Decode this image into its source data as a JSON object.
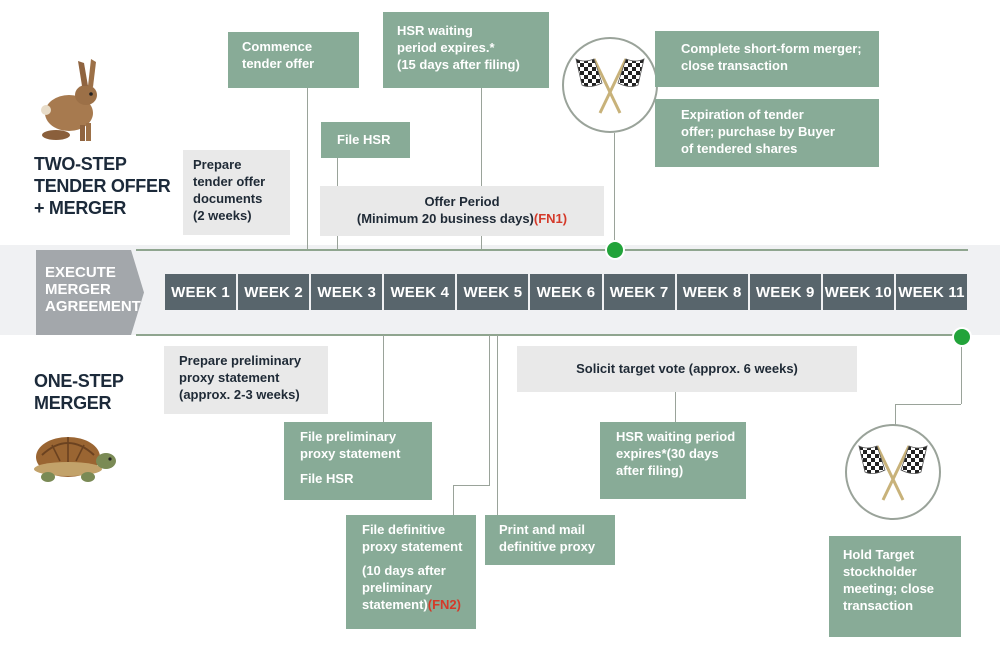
{
  "colors": {
    "box_green": "#88ab97",
    "box_gray": "#e9e9e9",
    "week_bar": "#58656c",
    "dot_green": "#22a33a",
    "footnote_red": "#d43a2a"
  },
  "two_step": {
    "title": "TWO-STEP\nTENDER OFFER\n+ MERGER",
    "prepare_docs": "Prepare\ntender offer\ndocuments\n(2 weeks)",
    "commence": "Commence\ntender offer",
    "file_hsr": "File HSR",
    "hsr_expires": "HSR waiting\nperiod expires.*\n(15 days after filing)",
    "offer_period_title": "Offer Period",
    "offer_period_detail": "(Minimum 20 business days)",
    "offer_period_fn": "(FN1)",
    "complete_merger": "Complete short-form merger;\nclose transaction",
    "expiration": "Expiration of tender\noffer; purchase by Buyer\nof tendered shares"
  },
  "execute_label": "EXECUTE\nMERGER\nAGREEMENT",
  "weeks": [
    "WEEK 1",
    "WEEK 2",
    "WEEK 3",
    "WEEK 4",
    "WEEK 5",
    "WEEK 6",
    "WEEK 7",
    "WEEK 8",
    "WEEK 9",
    "WEEK 10",
    "WEEK 11"
  ],
  "one_step": {
    "title": "ONE-STEP\nMERGER",
    "prepare_proxy": "Prepare preliminary\nproxy statement\n(approx. 2-3 weeks)",
    "solicit": "Solicit target vote (approx. 6 weeks)",
    "file_prelim": "File preliminary\nproxy statement",
    "file_prelim_hsr": "File HSR",
    "file_definitive": "File definitive\nproxy statement",
    "file_definitive_detail": "(10 days after\npreliminary\nstatement)",
    "file_definitive_fn": "(FN2)",
    "print_mail": "Print and mail\ndefinitive proxy",
    "hsr_expires": "HSR waiting period\nexpires*(30 days\nafter filing)",
    "hold_meeting": "Hold Target\nstockholder\nmeeting; close\ntransaction"
  },
  "icons": {
    "hare": "hare-icon",
    "tortoise": "tortoise-icon",
    "flags": "checkered-flags-icon"
  }
}
